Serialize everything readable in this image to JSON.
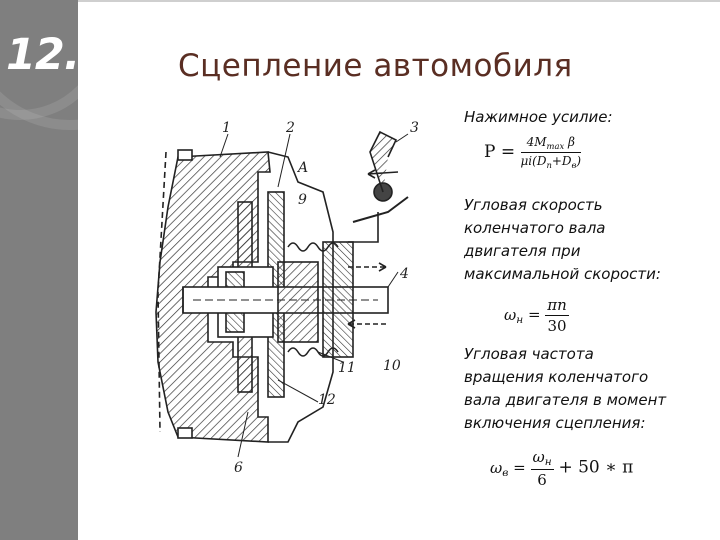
{
  "slide": {
    "number": "12.",
    "title": "Сцепление автомобиля"
  },
  "drawing": {
    "labels": [
      "1",
      "2",
      "3",
      "A",
      "9",
      "4",
      "11",
      "10",
      "12",
      "6"
    ]
  },
  "text": {
    "force_heading": "Нажимное усилие:",
    "speed_line1": "Угловая скорость",
    "speed_line2": "коленчатого вала",
    "speed_line3": "двигателя при",
    "speed_line4": "максимальной скорости:",
    "freq_line1": "Угловая частота",
    "freq_line2": "вращения коленчатого",
    "freq_line3": "вала двигателя в момент",
    "freq_line4": "включения сцепления:"
  },
  "formulas": {
    "f1_lhs": "P =",
    "f1_num": "4M",
    "f1_num_sub": "max",
    "f1_num_tail": " β",
    "f1_den": "μi(D",
    "f1_den_sub1": "п",
    "f1_den_mid": "+D",
    "f1_den_sub2": "в",
    "f1_den_tail": ")",
    "f2_lhs": "ω",
    "f2_lhs_sub": "н",
    "f2_eq": "=",
    "f2_num": "πn",
    "f2_den": "30",
    "f3_lhs": "ω",
    "f3_lhs_sub": "в",
    "f3_eq": "=",
    "f3_num": "ω",
    "f3_num_sub": "н",
    "f3_den": "6",
    "f3_tail": "+ 50 ∗ π"
  }
}
